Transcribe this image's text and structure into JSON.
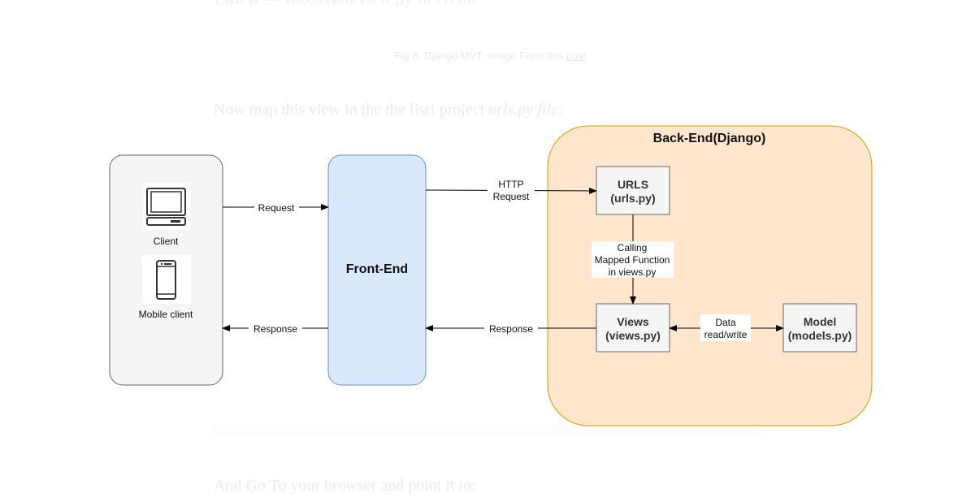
{
  "background": {
    "heading": "Edit it — mecoviaa/view.py to create",
    "caption_text": "Fig 8. Django MVT, image From this ",
    "caption_link": "post",
    "paragraph_text": "Now map this view in the the fisrt project ",
    "paragraph_emph": "urls.py file",
    "paragraph_end": ":",
    "paragraph2": "And Go To your browser and point it to:"
  },
  "diagram": {
    "client_box": {
      "client_label": "Client",
      "client_icon": "desktop-computer-icon",
      "mobile_label": "Mobile client",
      "mobile_icon": "mobile-phone-icon"
    },
    "frontend_label": "Front-End",
    "backend_title": "Back-End(Django)",
    "urls_box": {
      "line1": "URLS",
      "line2": "(urls.py)"
    },
    "views_box": {
      "line1": "Views",
      "line2": "(views.py)"
    },
    "model_box": {
      "line1": "Model",
      "line2": "(models.py)"
    },
    "arrows": {
      "request": "Request",
      "response_left": "Response",
      "http_request_line1": "HTTP",
      "http_request_line2": "Request",
      "response_right": "Response",
      "calling_line1": "Calling",
      "calling_line2": "Mapped Function",
      "calling_line3": "in views.py",
      "data_line1": "Data",
      "data_line2": "read/write"
    },
    "colors": {
      "client_fill": "#f5f5f5",
      "frontend_fill": "#dae8fc",
      "frontend_stroke": "#6c8ebf",
      "backend_fill": "#ffe6cc",
      "backend_stroke": "#d79b00",
      "box_fill": "#f5f5f5",
      "box_stroke": "#666666"
    }
  }
}
